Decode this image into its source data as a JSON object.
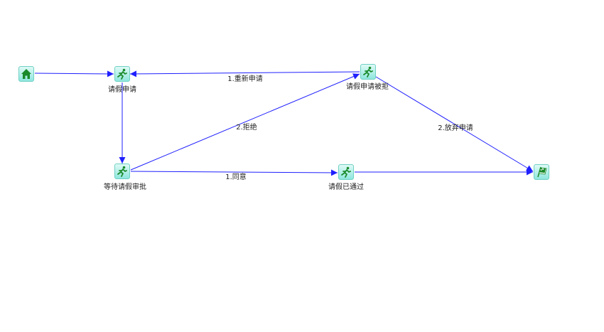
{
  "nodes": {
    "start": {
      "icon": "home-icon",
      "label": ""
    },
    "apply": {
      "icon": "runner-icon",
      "label": "请假申请"
    },
    "wait_approval": {
      "icon": "runner-icon",
      "label": "等待请假审批"
    },
    "rejected": {
      "icon": "runner-icon",
      "label": "请假申请被拒"
    },
    "approved": {
      "icon": "runner-icon",
      "label": "请假已通过"
    },
    "end": {
      "icon": "checkered-flag-icon",
      "label": ""
    }
  },
  "edges": {
    "reapply": {
      "from": "rejected",
      "to": "apply",
      "label": "1.重新申请"
    },
    "reject": {
      "from": "wait_approval",
      "to": "rejected",
      "label": "2.拒绝"
    },
    "agree": {
      "from": "wait_approval",
      "to": "approved",
      "label": "1.同意"
    },
    "give_up": {
      "from": "rejected",
      "to": "end",
      "label": "2.放弃申请"
    },
    "start_to_apply": {
      "from": "start",
      "to": "apply",
      "label": ""
    },
    "apply_to_wait": {
      "from": "apply",
      "to": "wait_approval",
      "label": ""
    },
    "approved_to_end": {
      "from": "approved",
      "to": "end",
      "label": ""
    }
  },
  "colors": {
    "edge": "#1f1fff",
    "node_border": "#6fd0c4",
    "icon": "#1a8a2a"
  }
}
